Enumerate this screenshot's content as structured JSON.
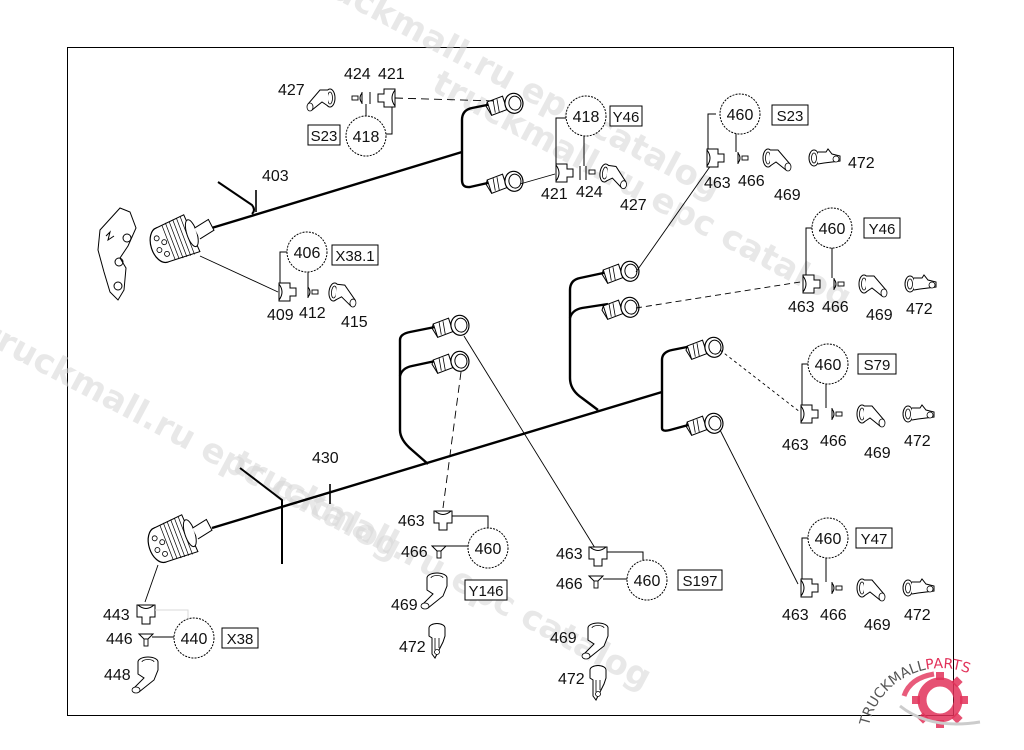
{
  "diagram": {
    "title": "",
    "harnesses": [
      {
        "id": "403",
        "label": "403"
      },
      {
        "id": "430",
        "label": "430"
      }
    ],
    "groups": [
      {
        "key": "g_s23_top",
        "circle": "418",
        "box": "S23",
        "parts": [
          "427",
          "424",
          "421"
        ]
      },
      {
        "key": "g_y46_top",
        "circle": "418",
        "box": "Y46",
        "parts": [
          "421",
          "424",
          "427"
        ]
      },
      {
        "key": "g_x381",
        "circle": "406",
        "box": "X38.1",
        "parts": [
          "409",
          "412",
          "415"
        ]
      },
      {
        "key": "g_s23_right",
        "circle": "460",
        "box": "S23",
        "parts": [
          "463",
          "466",
          "469",
          "472"
        ]
      },
      {
        "key": "g_y46_right",
        "circle": "460",
        "box": "Y46",
        "parts": [
          "463",
          "466",
          "469",
          "472"
        ]
      },
      {
        "key": "g_s79",
        "circle": "460",
        "box": "S79",
        "parts": [
          "463",
          "466",
          "469",
          "472"
        ]
      },
      {
        "key": "g_y47",
        "circle": "460",
        "box": "Y47",
        "parts": [
          "463",
          "466",
          "469",
          "472"
        ]
      },
      {
        "key": "g_y146",
        "circle": "460",
        "box": "Y146",
        "parts": [
          "463",
          "466",
          "469",
          "472"
        ]
      },
      {
        "key": "g_s197",
        "circle": "460",
        "box": "S197",
        "parts": [
          "463",
          "466",
          "469",
          "472"
        ]
      },
      {
        "key": "g_x38",
        "circle": "440",
        "box": "X38",
        "parts": [
          "443",
          "446",
          "448"
        ]
      }
    ]
  },
  "watermarks": [
    "truckmall.ru epc catalog",
    "truckmall.ru epc catalog",
    "truckmall.ru epc catalog",
    "truckmall.ru epc catalog"
  ],
  "logo": {
    "text_dark": "TRUCKMALL",
    "text_accent": "PARTS",
    "accent_color": "#e2325a",
    "dark_color": "#555555"
  },
  "colors": {
    "line": "#000000",
    "background": "#ffffff",
    "watermark": "#d6d6d6"
  }
}
